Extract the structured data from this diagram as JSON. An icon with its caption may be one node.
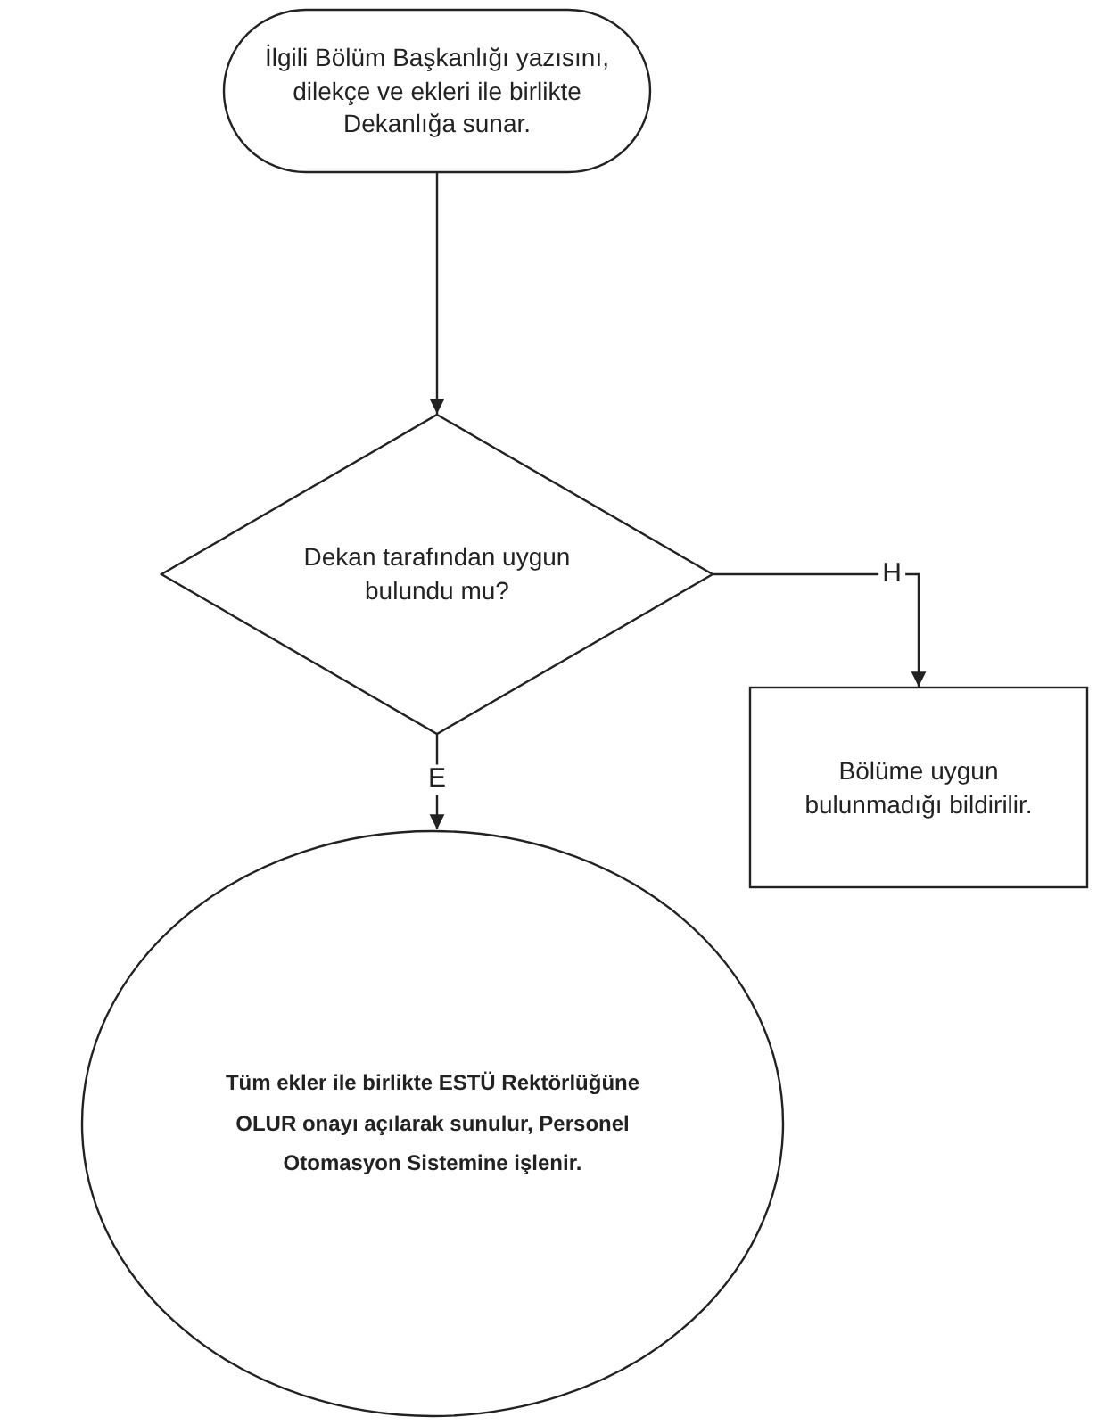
{
  "diagram": {
    "nodes": [
      {
        "text": [
          "İlgili Bölüm Başkanlığı yazısını, dilekçe ve ekleri ile birlikte Dekanlığa sunar."
        ]
      },
      {
        "text": [
          "Dekan tarafından uygun bulundu mu?"
        ]
      },
      {
        "text": [
          "Bölüme uygun bulunmadığı bildirilir."
        ]
      },
      {
        "text": [
          "Tüm ekler ile birlikte ESTÜ Rektörlüğüne OLUR onayı açılarak sunulur, Personel Otomasyon Sistemine işlenir."
        ]
      }
    ],
    "edges": [
      {
        "from": 0,
        "to": 1,
        "arrow": "to"
      },
      {
        "from": 1,
        "to": 2,
        "arrow": "to",
        "label": "H"
      },
      {
        "from": 1,
        "to": 3,
        "arrow": "to",
        "label": "E"
      }
    ]
  }
}
